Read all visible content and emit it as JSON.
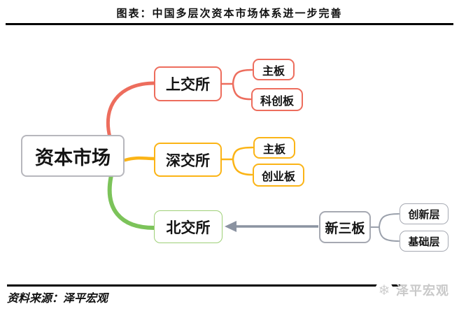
{
  "header": {
    "title": "图表：中国多层次资本市场体系进一步完善"
  },
  "footer": {
    "source": "资料来源：泽平宏观",
    "watermark_icon": "❄",
    "watermark_text": "泽平宏观"
  },
  "colors": {
    "sse_branch": "#ed6d5d",
    "szse_branch": "#fbb416",
    "bse_branch": "#7cc35a",
    "neeq_gray": "#9aa0ab",
    "arrow_gray": "#8b93a1",
    "node_border_gray": "#b7b7bd",
    "watermark_gray": "#c9c9c9",
    "rule_black": "#000000"
  },
  "diagram": {
    "type": "mindmap",
    "root": {
      "label": "资本市场"
    },
    "branches": [
      {
        "label": "上交所",
        "color": "#ed6d5d",
        "children": [
          {
            "label": "主板"
          },
          {
            "label": "科创板"
          }
        ]
      },
      {
        "label": "深交所",
        "color": "#fbb416",
        "children": [
          {
            "label": "主板"
          },
          {
            "label": "创业板"
          }
        ]
      },
      {
        "label": "北交所",
        "color": "#7cc35a",
        "children": []
      }
    ],
    "neeq": {
      "label": "新三板",
      "children": [
        {
          "label": "创新层"
        },
        {
          "label": "基础层"
        }
      ],
      "arrow_points_to": "北交所"
    }
  }
}
